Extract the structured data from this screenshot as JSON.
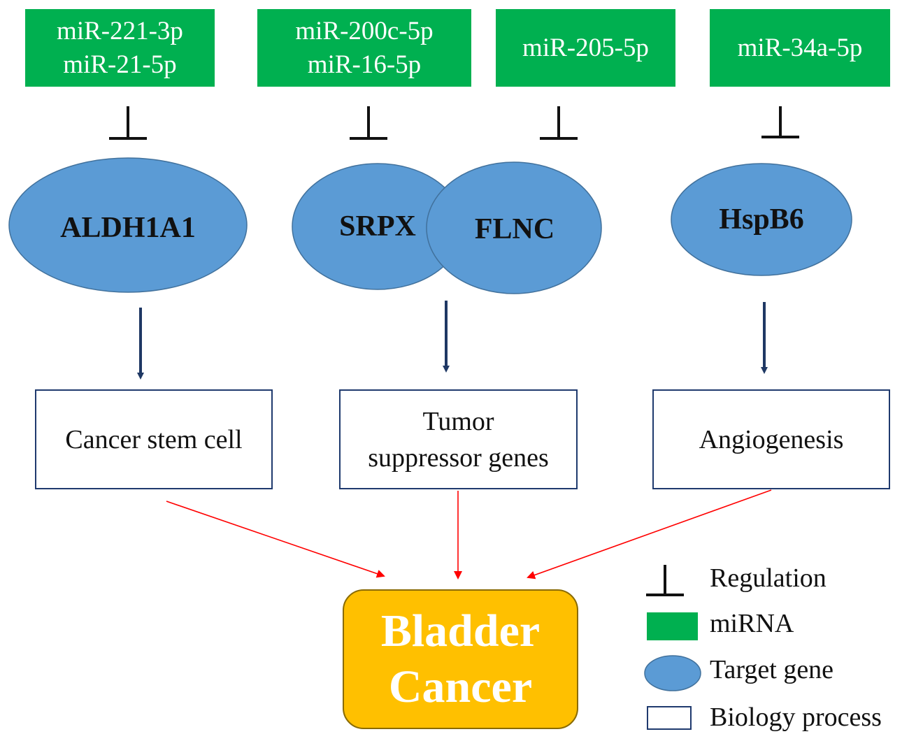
{
  "colors": {
    "mirna": "#00b050",
    "gene": "#5b9bd5",
    "process_border": "#1f3a6e",
    "activation_arrow": "#1f3864",
    "effect_arrow": "#ff0000",
    "outcome": "#ffc000"
  },
  "mirnas": [
    {
      "lines": [
        "miR-221-3p",
        "miR-21-5p"
      ]
    },
    {
      "lines": [
        "miR-200c-5p",
        "miR-16-5p"
      ]
    },
    {
      "lines": [
        "miR-205-5p"
      ]
    },
    {
      "lines": [
        "miR-34a-5p"
      ]
    }
  ],
  "genes": [
    "ALDH1A1",
    "SRPX",
    "FLNC",
    "HspB6"
  ],
  "processes": [
    {
      "lines": [
        "Cancer stem cell"
      ]
    },
    {
      "lines": [
        "Tumor",
        "suppressor genes"
      ]
    },
    {
      "lines": [
        "Angiogenesis"
      ]
    }
  ],
  "outcome": {
    "lines": [
      "Bladder",
      "Cancer"
    ]
  },
  "legend": {
    "regulation": "Regulation",
    "mirna": "miRNA",
    "target_gene": "Target gene",
    "biology_process": "Biology process"
  }
}
